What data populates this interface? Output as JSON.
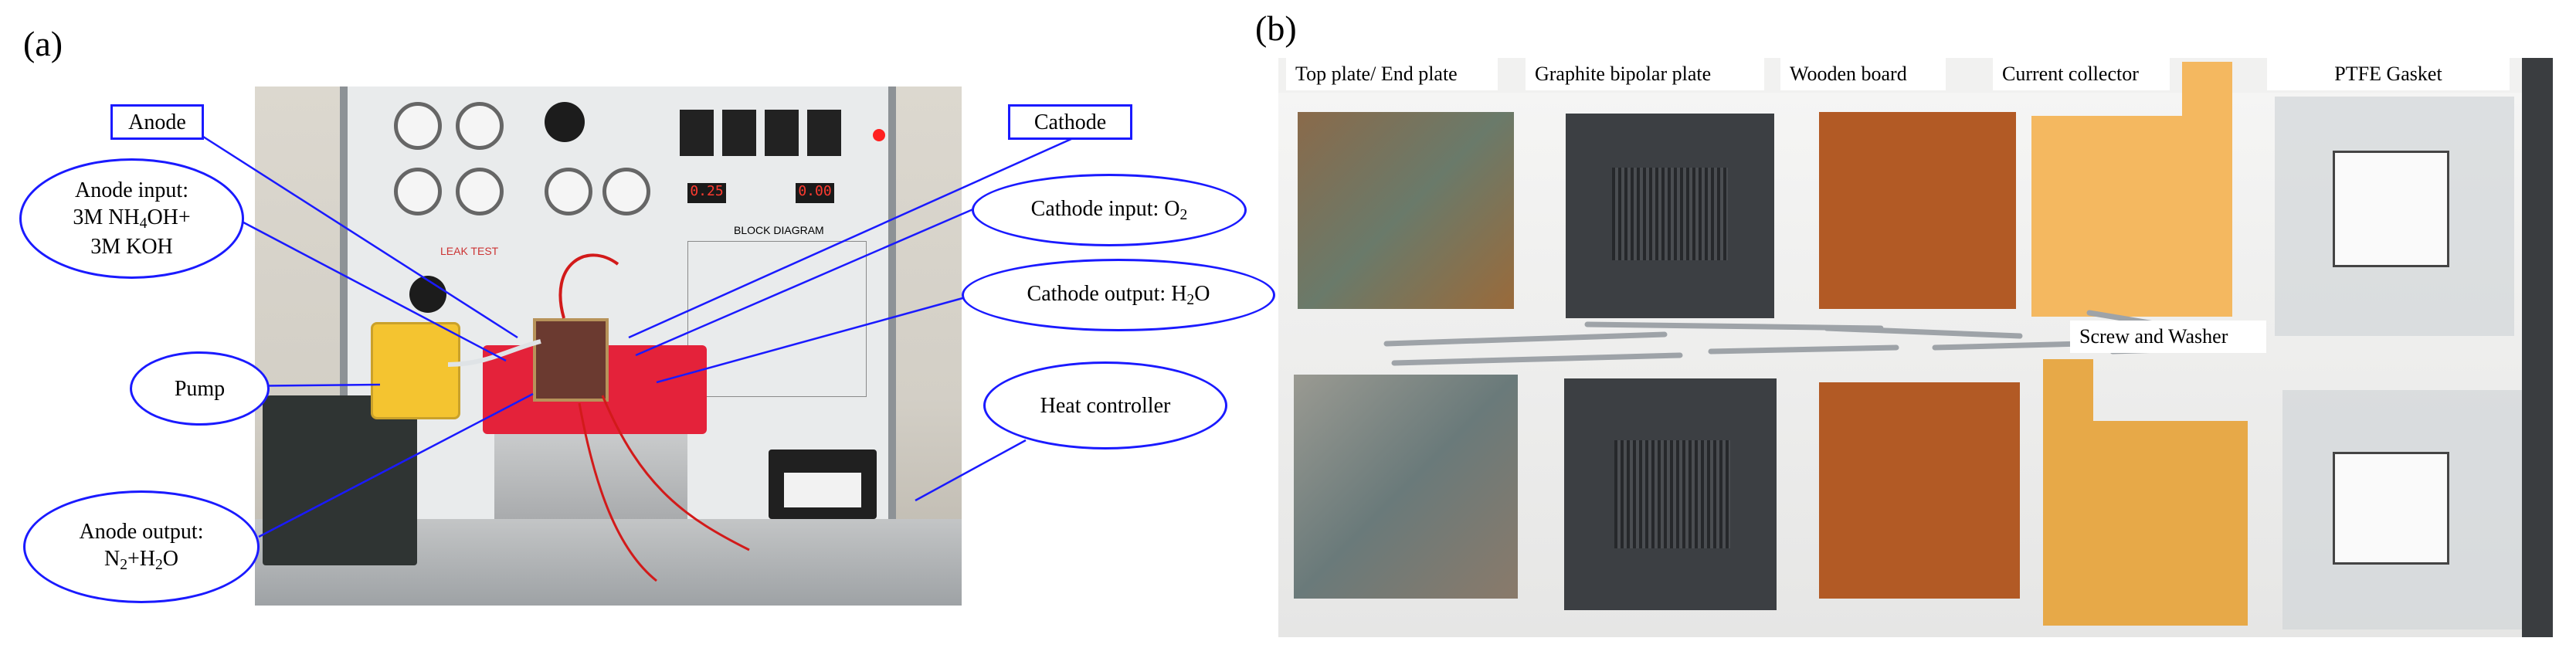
{
  "panel_a": {
    "letter": "(a)",
    "labels": {
      "anode": "Anode",
      "cathode": "Cathode",
      "anode_input": [
        "Anode input:",
        "3M NH",
        "4",
        "OH+",
        "3M KOH"
      ],
      "cathode_input": [
        "Cathode input: O",
        "2"
      ],
      "cathode_output": [
        "Cathode output: H",
        "2",
        "O"
      ],
      "pump": "Pump",
      "heat_controller": "Heat controller",
      "anode_output": [
        "Anode output:",
        "N",
        "2",
        "+H",
        "2",
        "O"
      ]
    },
    "panel_text": {
      "lesson_test": "LEAK TEST",
      "block_diagram": "BLOCK DIAGRAM",
      "display1": "0.25",
      "display2": "0.00"
    }
  },
  "panel_b": {
    "letter": "(b)",
    "labels": {
      "top_plate": "Top plate/ End plate",
      "graphite": "Graphite bipolar plate",
      "wooden": "Wooden board",
      "current": "Current collector",
      "ptfe": "PTFE Gasket",
      "screw": "Screw and Washer"
    }
  },
  "colors": {
    "annotation": "#1a1aff"
  }
}
